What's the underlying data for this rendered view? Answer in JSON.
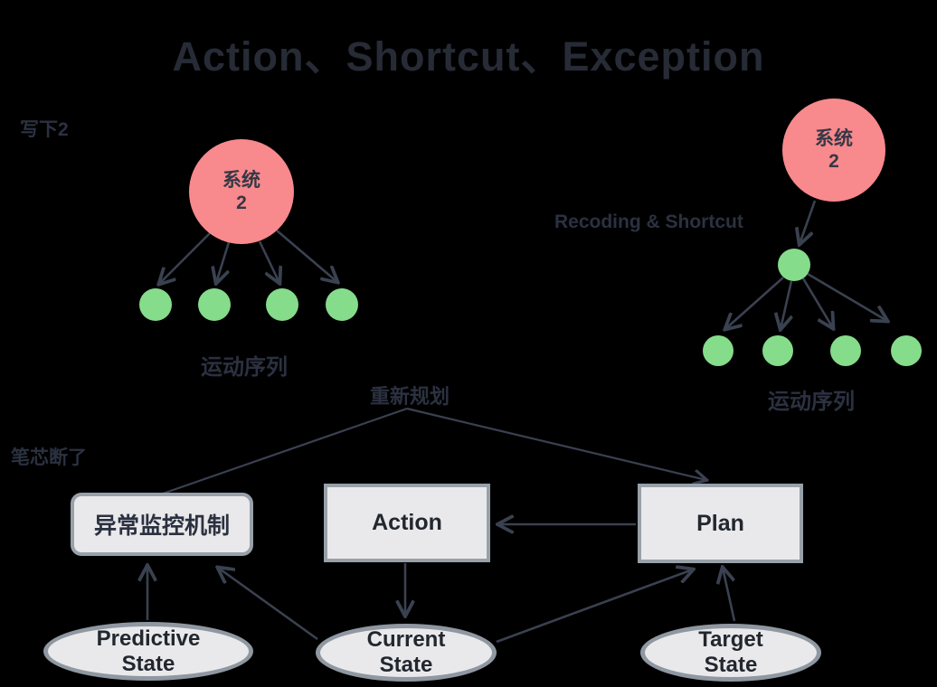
{
  "title": "Action、Shortcut、Exception",
  "annotations": {
    "left_note": "写下2",
    "pen_note": "笔芯断了",
    "recoding_label": "Recoding & Shortcut",
    "replan_label": "重新规划",
    "motion_label_left": "运动序列",
    "motion_label_right": "运动序列"
  },
  "nodes": {
    "system_left": {
      "line1": "系统",
      "line2": "2"
    },
    "system_right": {
      "line1": "系统",
      "line2": "2"
    },
    "exception_box": "异常监控机制",
    "action_box": "Action",
    "plan_box": "Plan",
    "predictive_ellipse": {
      "line1": "Predictive",
      "line2": "State"
    },
    "current_ellipse": {
      "line1": "Current",
      "line2": "State"
    },
    "target_ellipse": {
      "line1": "Target",
      "line2": "State"
    }
  },
  "colors": {
    "background": "#000000",
    "system_node_fill": "#F8898C",
    "motion_node_fill": "#85DC8B",
    "connector": "#3A4150",
    "shape_fill": "#E9E9EB",
    "shape_border": "#98A0A9",
    "text": "#2B3140"
  }
}
